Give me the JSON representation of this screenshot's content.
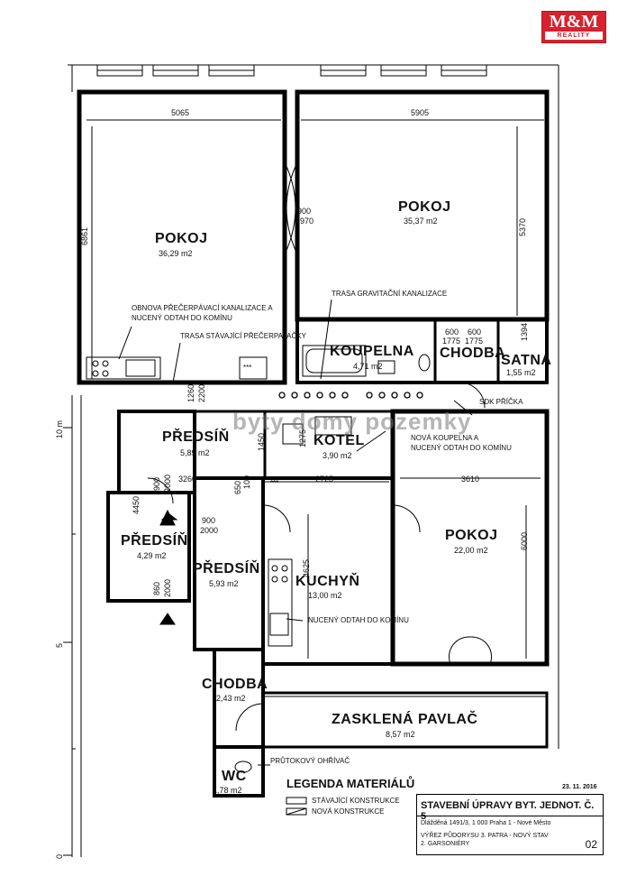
{
  "branding": {
    "logo_text": "M&M",
    "logo_sub": "REALITY",
    "watermark": "byty domy pozemky"
  },
  "rooms": [
    {
      "id": "pokoj-1",
      "name": "POKOJ",
      "area": "36,29  m2"
    },
    {
      "id": "pokoj-2",
      "name": "POKOJ",
      "area": "35,37  m2"
    },
    {
      "id": "koupelna",
      "name": "KOUPELNA",
      "area": "4,71  m2"
    },
    {
      "id": "chodba-1",
      "name": "CHODBA",
      "area": ""
    },
    {
      "id": "satna",
      "name": "SATNA",
      "area": "1,55  m2"
    },
    {
      "id": "predsin-1",
      "name": "PŘEDSÍŇ",
      "area": "5,89  m2"
    },
    {
      "id": "kotel",
      "name": "KOTEL",
      "area": "3,90  m2"
    },
    {
      "id": "pokoj-3",
      "name": "POKOJ",
      "area": "22,00  m2"
    },
    {
      "id": "predsin-2",
      "name": "PŘEDSÍŇ",
      "area": "4,29  m2"
    },
    {
      "id": "predsin-3",
      "name": "PŘEDSÍŇ",
      "area": "5,93  m2"
    },
    {
      "id": "kuchyn",
      "name": "KUCHYŇ",
      "area": "13,00  m2"
    },
    {
      "id": "chodba-2",
      "name": "CHODBA",
      "area": "2,43  m2"
    },
    {
      "id": "pavlac",
      "name": "ZASKLENÁ PAVLAČ",
      "area": "8,57  m2"
    },
    {
      "id": "wc",
      "name": "WC",
      "area": "1,78  m2"
    }
  ],
  "dimensions": {
    "d5065": "5065",
    "d5905": "5905",
    "d6861": "6861",
    "d5370": "5370",
    "d900a": "900",
    "d1970": "1970",
    "d1394": "1394",
    "d600a": "600",
    "d600b": "600",
    "d1775a": "1775",
    "d1775b": "1775",
    "d1260": "1260",
    "d2200": "2200",
    "d1450": "1450",
    "d1275": "1275",
    "d3260": "3260",
    "d2725": "2725",
    "d3610": "3610",
    "d900b": "900",
    "d2000a": "2000",
    "d4450": "4450",
    "d650": "650",
    "d1100": "100",
    "d900c": "900",
    "d2000b": "2000",
    "d6000": "6000",
    "d4625": "4625",
    "d860": "860",
    "d2000c": "2000"
  },
  "notes": {
    "n1a": "OBNOVA PŘEČERPÁVACÍ KANALIZACE A",
    "n1b": "NUCENÝ ODTAH DO KOMÍNU",
    "n2": "TRASA GRAVITAČNÍ KANALIZACE",
    "n3": "TRASA STÁVAJÍCÍ PŘEČERPAVAČKY",
    "n4": "SDK PŘÍČKA",
    "n5a": "NOVÁ KOUPELNA A",
    "n5b": "NUCENÝ ODTAH DO KOMÍNU",
    "n6": "NUCENÝ ODTAH DO KOMÍNU",
    "n7": "PRŮTOKOVÝ OHŘÍVAČ",
    "stars": "***"
  },
  "scale": {
    "s10": "10 m",
    "s5": "5",
    "s0": "0"
  },
  "legend": {
    "title": "LEGENDA MATERIÁLŮ",
    "existing": "STÁVAJÍCÍ KONSTRUKCE",
    "new": "NOVÁ KONSTRUKCE"
  },
  "title_block": {
    "date": "23. 11. 2016",
    "title": "STAVEBNÍ ÚPRAVY BYT. JEDNOT. Č. 5",
    "address": "Dlážděná 1491/3, 1 000 Praha 1 - Nové Město",
    "desc1": "VÝŘEZ PŮDORYSU 3. PATRA - NOVÝ STAV",
    "desc2": "2. GARSONIÉRY",
    "sheet": "02"
  }
}
